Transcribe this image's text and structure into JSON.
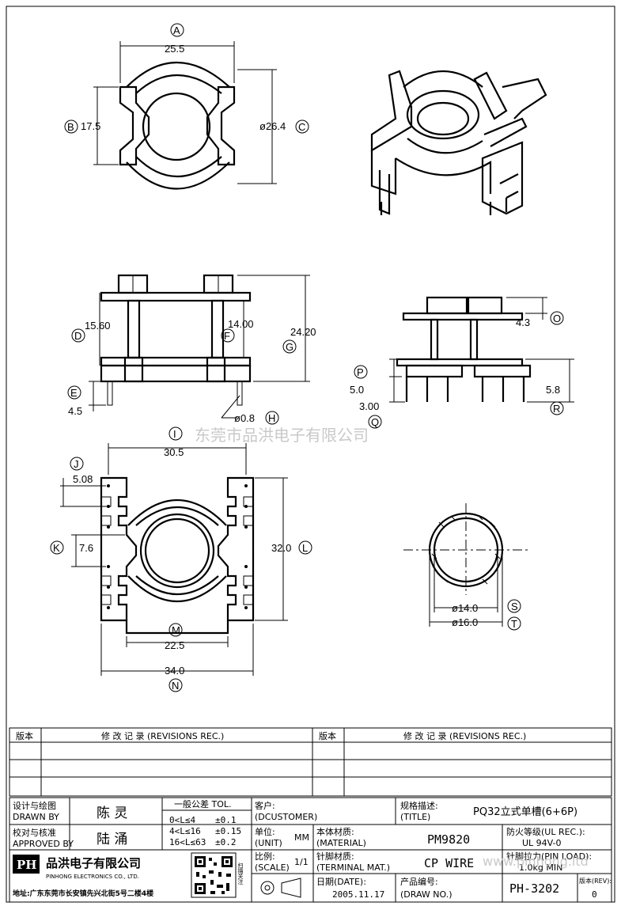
{
  "dimensions": {
    "A": "25.5",
    "B": "17.5",
    "C": "ø26.4",
    "D": "15.60",
    "F": "14.00",
    "G": "24.20",
    "E": "4.5",
    "H": "ø0.8",
    "O": "4.3",
    "P": "5.0",
    "Q": "3.00",
    "R": "5.8",
    "I": "30.5",
    "J": "5.08",
    "K": "7.6",
    "L": "32.0",
    "M": "22.5",
    "N": "34.0",
    "S": "ø14.0",
    "T": "ø16.0"
  },
  "labels": {
    "A": "A",
    "B": "B",
    "C": "C",
    "D": "D",
    "E": "E",
    "F": "F",
    "G": "G",
    "H": "H",
    "I": "I",
    "J": "J",
    "K": "K",
    "L": "L",
    "M": "M",
    "N": "N",
    "O": "O",
    "P": "P",
    "Q": "Q",
    "R": "R",
    "S": "S",
    "T": "T"
  },
  "watermark": "东莞市品洪电子有限公司",
  "watermark2": "www.pinhong.ltd",
  "revisions": {
    "col1": "版本",
    "col2": "修 改 记 录 (REVISIONS REC.)",
    "col3": "版本",
    "col4": "修 改 记 录 (REVISIONS REC.)"
  },
  "title_block": {
    "designed_label_cn": "设计与绘图",
    "designed_label_en": "DRAWN BY",
    "designer": "陈 灵",
    "approved_label_cn": "校对与核准",
    "approved_label_en": "APPROVED BY",
    "approver": "陆 涌",
    "tol_title": "一般公差 TOL.",
    "tol_1_range": "0<L≤4",
    "tol_1_val": "±0.1",
    "tol_2_range": "4<L≤16",
    "tol_2_val": "±0.15",
    "tol_3_range": "16<L≤63",
    "tol_3_val": "±0.2",
    "customer_label_cn": "客户:",
    "customer_label_en": "(DCUSTOMER)",
    "title_label_cn": "规格描述:",
    "title_label_en": "(TITLE)",
    "title_value": "PQ32立式单槽(6+6P)",
    "unit_label_cn": "单位:",
    "unit_label_en": "(UNIT)",
    "unit_value": "MM",
    "material_label_cn": "本体材质:",
    "material_label_en": "(MATERIAL)",
    "material_value": "PM9820",
    "fire_label": "防火等级(UL REC.):",
    "fire_value": "UL 94V-0",
    "scale_label_cn": "比例:",
    "scale_label_en": "(SCALE)",
    "scale_value": "1/1",
    "terminal_label_cn": "针脚材质:",
    "terminal_label_en": "(TERMINAL MAT.)",
    "terminal_value": "CP WIRE",
    "pin_load_label": "针脚拉力(PIN LOAD):",
    "pin_load_value": "1.0kg MIN",
    "date_label_cn": "日期(DATE):",
    "date_value": "2005.11.17",
    "drawno_label_cn": "产品编号:",
    "drawno_label_en": "(DRAW NO.)",
    "drawno_value": "PH-3202",
    "rev_label": "版本(REV):",
    "rev_value": "0",
    "company_logo": "PH",
    "company_name": "品洪电子有限公司",
    "company_en": "PINHONG ELECTRONICS CO., LTD.",
    "address": "地址:广东东莞市长安镇先兴北街5号二楼4楼",
    "qr_caption": "扫描关注"
  }
}
